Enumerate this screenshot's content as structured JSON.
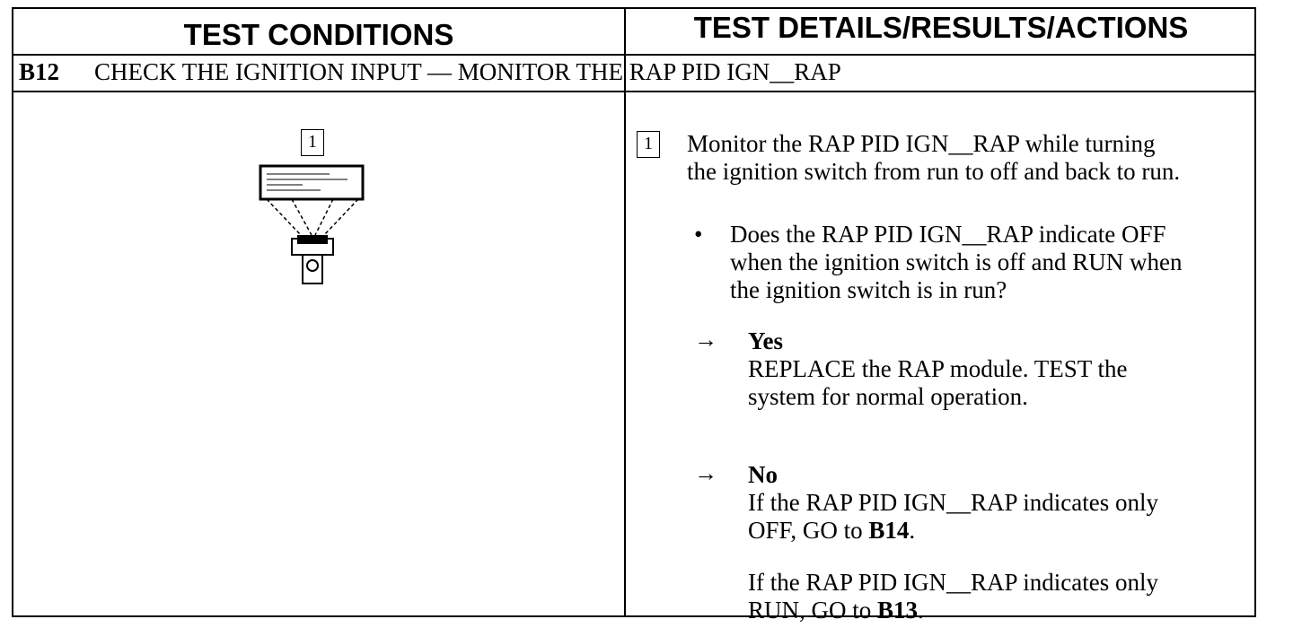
{
  "header": {
    "left": "TEST CONDITIONS",
    "right": "TEST DETAILS/RESULTS/ACTIONS"
  },
  "step": {
    "id": "B12",
    "title": "CHECK THE IGNITION INPUT — MONITOR THE RAP PID IGN__RAP"
  },
  "figure": {
    "callout": "1"
  },
  "details": {
    "callout": "1",
    "instruction_line1": "Monitor the RAP PID IGN__RAP while turning",
    "instruction_line2": "the ignition switch from run to off and back to run.",
    "bullet": "•",
    "question_line1": "Does the RAP PID IGN__RAP indicate OFF",
    "question_line2": "when the ignition switch is off and RUN when",
    "question_line3": "the ignition switch is in run?",
    "arrow": "→",
    "yes_label": "Yes",
    "yes_line1": "REPLACE the RAP module. TEST the",
    "yes_line2": "system for normal operation.",
    "no_label": "No",
    "no_a_line1": "If the RAP PID IGN__RAP indicates only",
    "no_a_line2_pre": "OFF, GO to ",
    "no_a_target": "B14",
    "no_a_end": ".",
    "no_b_line1": "If the RAP PID IGN__RAP indicates only",
    "no_b_line2_pre": "RUN, GO to ",
    "no_b_target": "B13",
    "no_b_end": "."
  }
}
